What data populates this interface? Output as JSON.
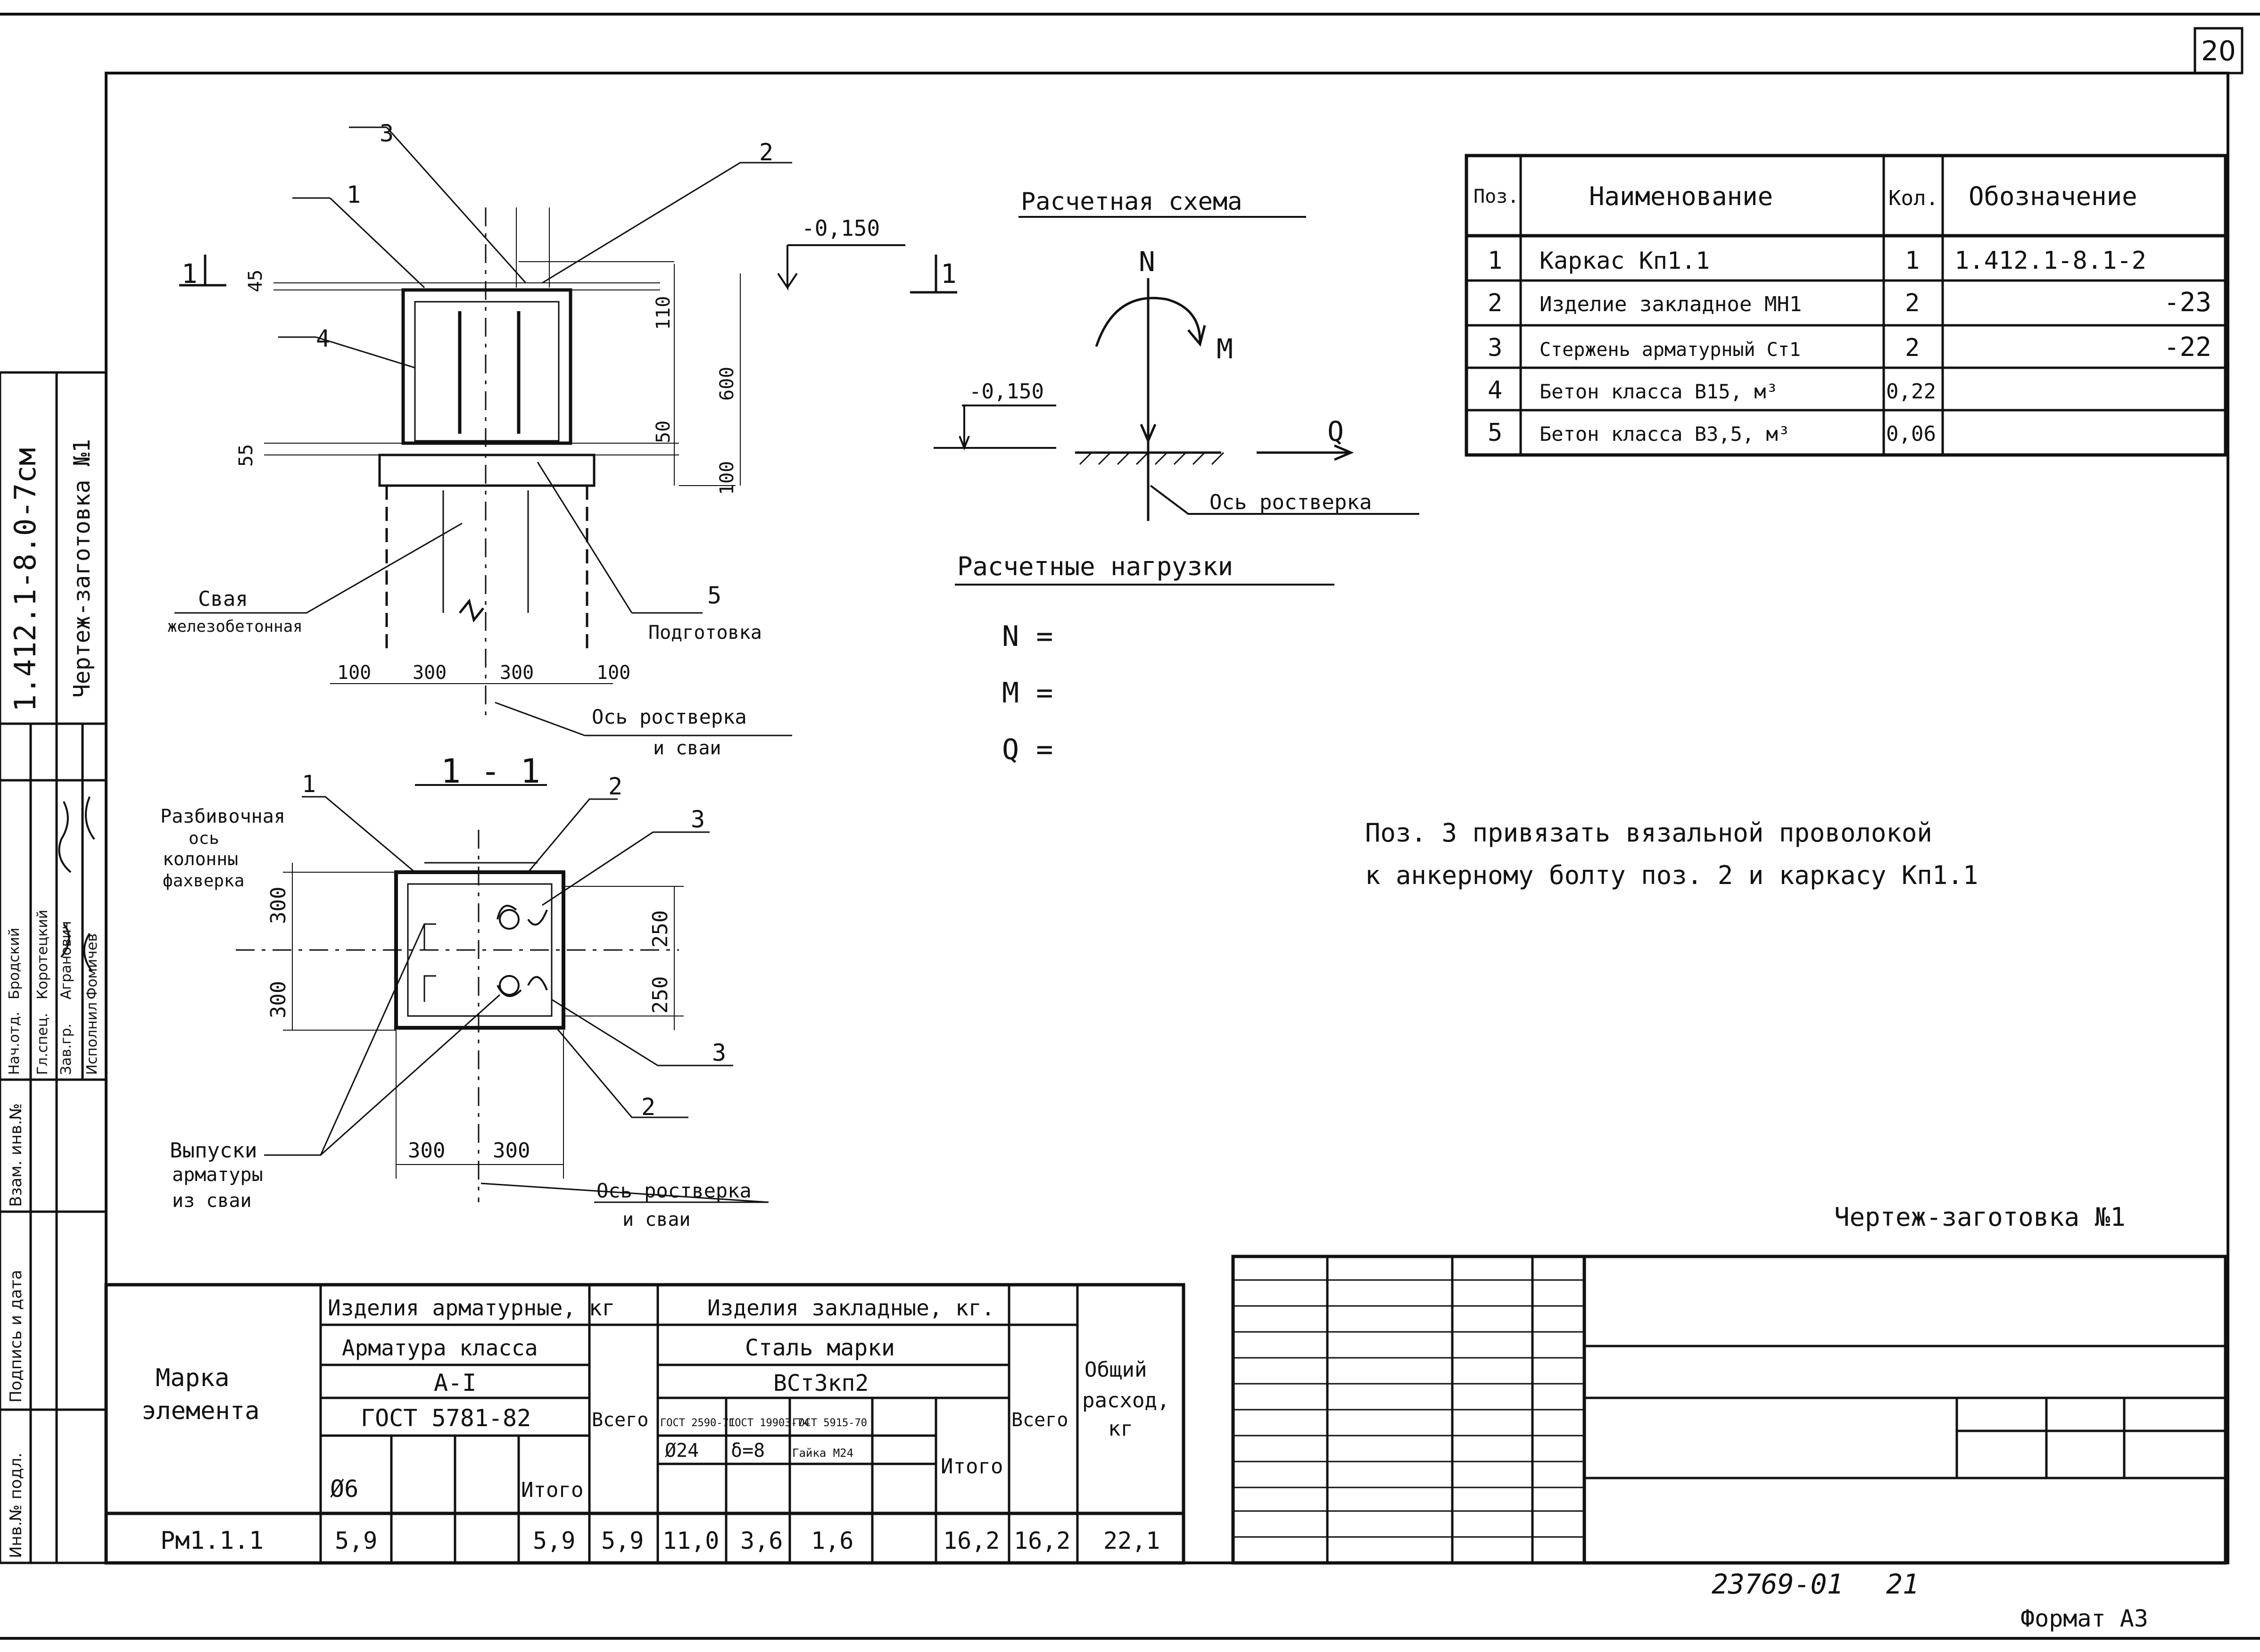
{
  "sheet": {
    "page_number": "20",
    "format": "Формат А3",
    "bottom_codes": [
      "23769-01",
      "21"
    ],
    "title_note": "Чертеж-заготовка №1"
  },
  "side_stamp": {
    "code": "1.412.1-8.0-7см",
    "sheet_name": "Чертеж-заготовка №1",
    "roles": [
      "Нач.отд.",
      "Гл.спец.",
      "Зав.гр.",
      "Исполнил"
    ],
    "names": [
      "Бродский",
      "Коротецкий",
      "Агранович",
      "Фомичев"
    ],
    "vertical_fields": [
      "Взам. инв.№",
      "Подпись и дата",
      "Инв.№ подл."
    ]
  },
  "plan_view": {
    "callouts": [
      "1",
      "2",
      "3",
      "4",
      "5"
    ],
    "elevation": "-0,150",
    "section_mark": "1",
    "dimensions_vertical": [
      "45",
      "110",
      "600",
      "50",
      "100",
      "55"
    ],
    "dimensions_horizontal": [
      "100",
      "300",
      "300",
      "100"
    ],
    "pile_label": [
      "Свая",
      "железобетонная"
    ],
    "prep_label": "Подготовка",
    "axis_label": [
      "Ось ростверка",
      "и сваи"
    ]
  },
  "section_view": {
    "title": "1 - 1",
    "callouts": [
      "1",
      "2",
      "3",
      "3",
      "2"
    ],
    "column_axis": [
      "Разбивочная",
      "ось",
      "колонны",
      "фахверка"
    ],
    "dims_left": [
      "300",
      "300"
    ],
    "dims_right": [
      "250",
      "250"
    ],
    "dims_bottom": [
      "300",
      "300"
    ],
    "rebar_label": [
      "Выпуски",
      "арматуры",
      "из сваи"
    ],
    "axis_label": [
      "Ось ростверка",
      "и сваи"
    ]
  },
  "scheme": {
    "title": "Расчетная схема",
    "forces": [
      "N",
      "M",
      "Q"
    ],
    "elevation": "-0,150",
    "axis_label": "Ось ростверка"
  },
  "loads": {
    "title": "Расчетные нагрузки",
    "items": [
      "N =",
      "M =",
      "Q ="
    ]
  },
  "note": [
    "Поз. 3 привязать вязальной проволокой",
    "к анкерному болту поз. 2 и каркасу Кп1.1"
  ],
  "spec_table": {
    "headers": [
      "Поз.",
      "Наименование",
      "Кол.",
      "Обозначение"
    ],
    "rows": [
      [
        "1",
        "Каркас Кп1.1",
        "1",
        "1.412.1-8.1-2"
      ],
      [
        "2",
        "Изделие закладное МН1",
        "2",
        "-23"
      ],
      [
        "3",
        "Стержень арматурный Ст1",
        "2",
        "-22"
      ],
      [
        "4",
        "Бетон класса В15, м³",
        "0,22",
        ""
      ],
      [
        "5",
        "Бетон класса В3,5, м³",
        "0,06",
        ""
      ]
    ]
  },
  "steel_table": {
    "mark_header": [
      "Марка",
      "элемента"
    ],
    "group1": "Изделия арматурные, кг",
    "rebar_class": "Арматура класса",
    "rebar_grade": "А-I",
    "rebar_gost": "ГОСТ 5781-82",
    "rebar_cols": [
      "Ø6",
      "",
      "",
      "Итого"
    ],
    "total1": "Всего",
    "group2": "Изделия закладные, кг.",
    "steel_grade_label": "Сталь марки",
    "steel_grade": "ВСт3кп2",
    "gosts": [
      "ГОСТ 2590-71",
      "ГОСТ 19903-74",
      "ГОСТ 5915-70",
      ""
    ],
    "gost_sizes": [
      "Ø24",
      "δ=8",
      "Гайка М24",
      ""
    ],
    "itogo2": "Итого",
    "total2": "Всего",
    "overall": [
      "Общий",
      "расход,",
      "кг"
    ],
    "data_row": [
      "Рм1.1.1",
      "5,9",
      "",
      "",
      "5,9",
      "5,9",
      "11,0",
      "3,6",
      "1,6",
      "",
      "16,2",
      "16,2",
      "22,1"
    ]
  }
}
